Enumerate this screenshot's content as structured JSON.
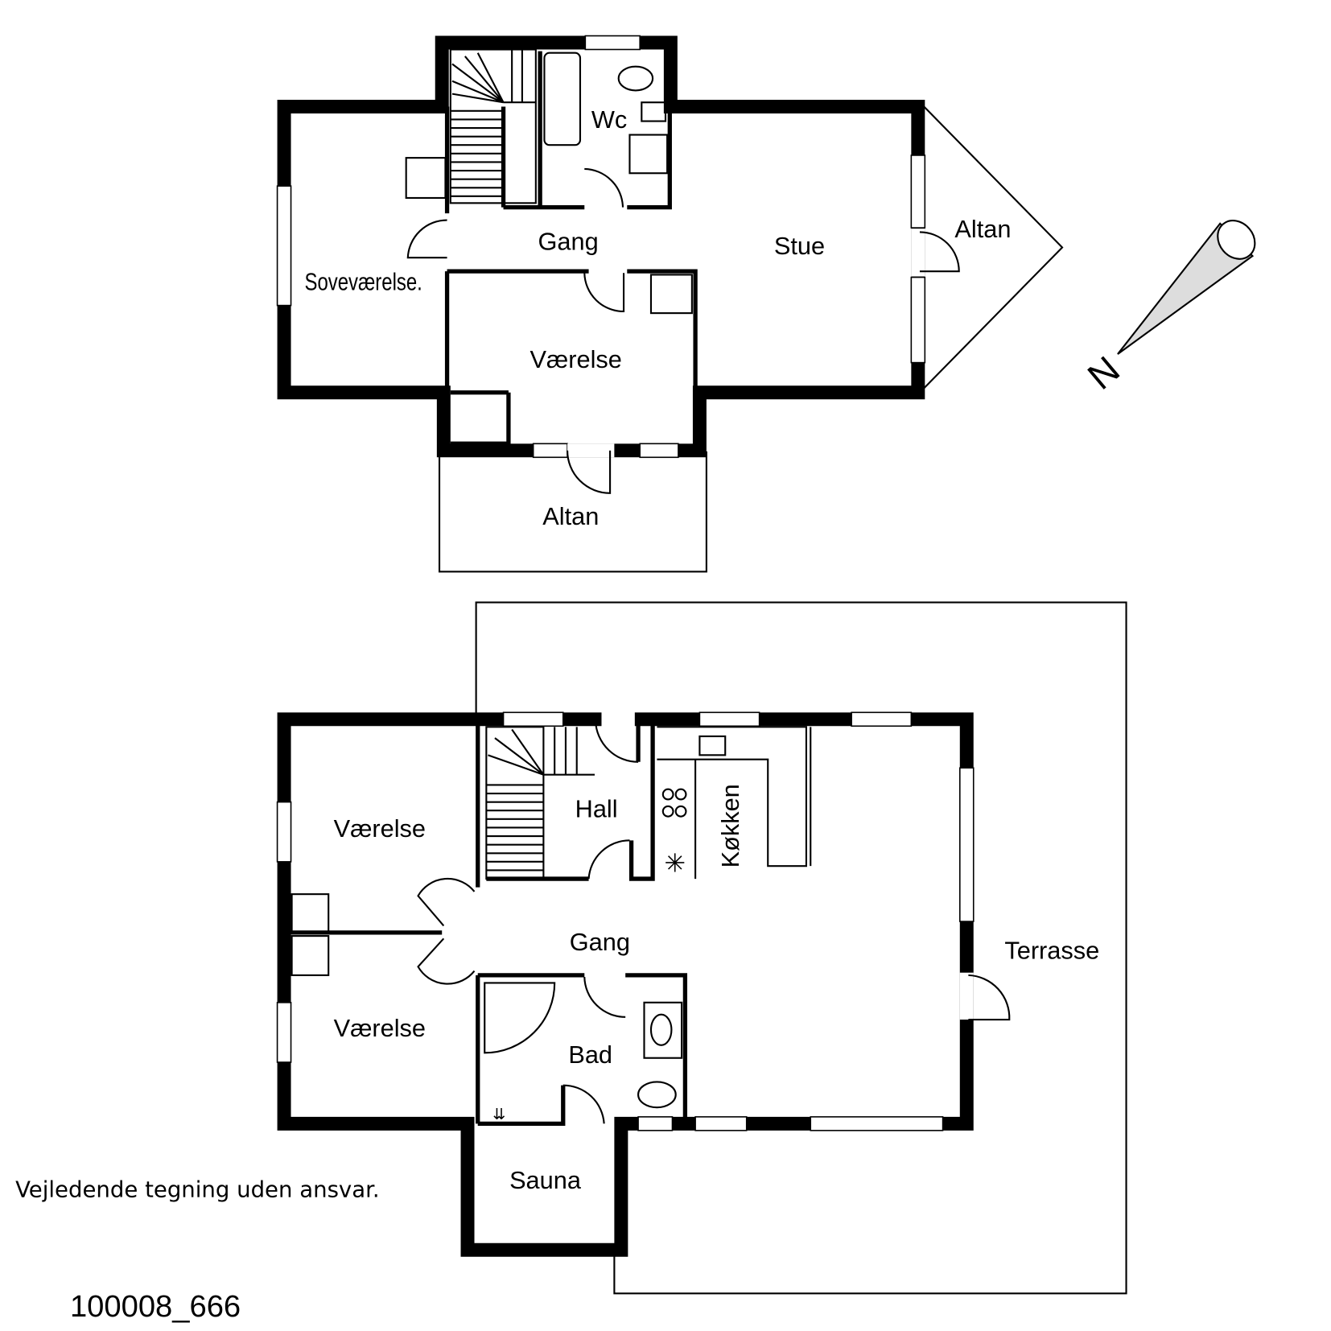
{
  "upper_floor": {
    "rooms": {
      "wc": "Wc",
      "gang": "Gang",
      "stue": "Stue",
      "altan_east": "Altan",
      "sovevaer": "Soveværelse.",
      "vaerelse": "Værelse",
      "altan_south": "Altan"
    }
  },
  "lower_floor": {
    "rooms": {
      "hall": "Hall",
      "kokken": "Køkken",
      "vaerelse_1": "Værelse",
      "vaerelse_2": "Værelse",
      "gang": "Gang",
      "terrasse": "Terrasse",
      "bad": "Bad",
      "sauna": "Sauna"
    }
  },
  "compass": {
    "label": "N"
  },
  "disclaimer": "Vejledende tegning uden ansvar.",
  "drawing_id": "100008_666"
}
